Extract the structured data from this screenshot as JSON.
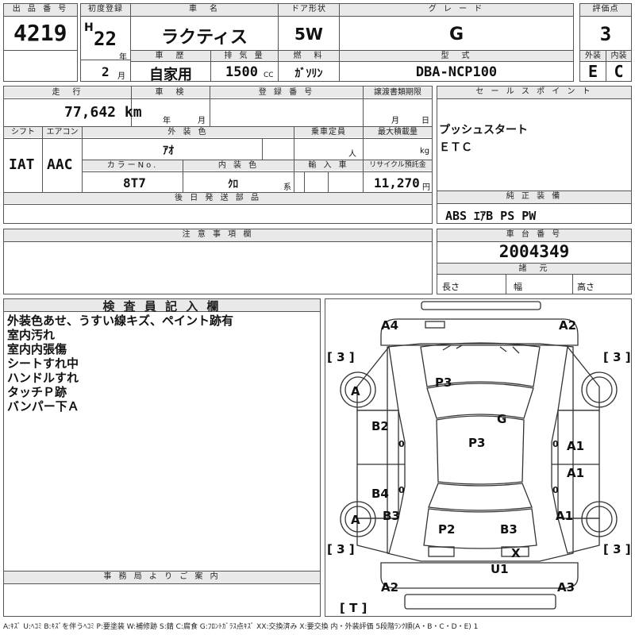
{
  "lot": {
    "label": "出 品 番 号",
    "value": "4219"
  },
  "first_reg": {
    "label": "初度登録",
    "era": "H",
    "year": "22",
    "year_unit": "年",
    "month": "2",
    "month_unit": "月"
  },
  "car_name": {
    "label": "車　名",
    "value": "ラクティス"
  },
  "door": {
    "label": "ドア形状",
    "value": "5W"
  },
  "grade": {
    "label": "グ レ ー ド",
    "value": "G"
  },
  "score": {
    "label": "評価点",
    "value": "3",
    "ext_label": "外装",
    "int_label": "内装",
    "ext_value": "E",
    "int_value": "C"
  },
  "history": {
    "label": "車　歴",
    "value": "自家用"
  },
  "displacement": {
    "label": "排 気 量",
    "value": "1500",
    "unit": "CC"
  },
  "fuel": {
    "label": "燃　料",
    "value": "ｶﾞｿﾘﾝ"
  },
  "model": {
    "label": "型　式",
    "value": "DBA-NCP100"
  },
  "mileage": {
    "label": "走　行",
    "value": "77,642 km"
  },
  "inspection": {
    "label": "車　検",
    "year_unit": "年",
    "month_unit": "月"
  },
  "registration": {
    "label": "登 録 番 号"
  },
  "transfer": {
    "label": "譲渡書類期限",
    "month_unit": "月",
    "day_unit": "日"
  },
  "shift": {
    "label": "シフト",
    "value": "IAT"
  },
  "aircon": {
    "label": "エアコン",
    "value": "AAC"
  },
  "exterior_color": {
    "label": "外 装 色",
    "value": "ｱｵ"
  },
  "capacity": {
    "label": "乗車定員",
    "unit": "人"
  },
  "max_load": {
    "label": "最大積載量",
    "unit": "kg"
  },
  "color_no": {
    "label": "カラーNo.",
    "value": "8T7"
  },
  "interior_color": {
    "label": "内 装 色",
    "value": "ｸﾛ",
    "suffix": "系"
  },
  "import": {
    "label": "輸 入 車"
  },
  "recycle": {
    "label": "リサイクル預託金",
    "value": "11,270",
    "unit": "円"
  },
  "sales_point": {
    "label": "セ ー ル ス ポ イ ン ト",
    "items": [
      "プッシュスタート",
      "ＥＴＣ"
    ]
  },
  "later_parts": {
    "label": "後 日 発 送 部 品"
  },
  "genuine": {
    "label": "純 正 装 備",
    "value": "ABS ｴｱB PS PW"
  },
  "caution": {
    "label": "注 意 事 項 欄"
  },
  "chassis": {
    "label": "車 台 番 号",
    "value": "2004349"
  },
  "specs": {
    "label": "諸　元",
    "length": "長さ",
    "width": "幅",
    "height": "高さ"
  },
  "inspector": {
    "label": "検 査 員 記 入 欄",
    "notes": [
      "外装色あせ、うすい線キズ、ペイント跡有",
      "室内汚れ",
      "室内内張傷",
      "シートすれ中",
      "ハンドルすれ",
      "タッチＰ跡",
      "バンパー下Ａ"
    ]
  },
  "office": {
    "label": "事 務 局 よ り ご 案 内"
  },
  "diagram": {
    "marks": [
      "A4",
      "A2",
      "P3",
      "G",
      "B2",
      "P3",
      "A1",
      "A1",
      "B4",
      "B3",
      "A1",
      "P2",
      "B3",
      "X",
      "U1",
      "A2",
      "A3"
    ],
    "circles": [
      "A",
      "A"
    ],
    "tires": [
      "[ 3 ]",
      "[ 3 ]",
      "[ 3 ]",
      "[ 3 ]",
      "[ T ]"
    ],
    "o_marks": [
      "0",
      "0",
      "0",
      "0"
    ]
  },
  "legend": "A:ｷｽﾞ U:ﾍｺﾐ B:ｷｽﾞを伴うﾍｺﾐ P:要塗装 W:補修跡 S:錆 C:腐食 G:ﾌﾛﾝﾄｶﾞﾗｽ点ｷｽﾞ XX:交換済み X:要交換 内・外装評価 5段階ﾗﾝｸ順(A・B・C・D・E) 1"
}
